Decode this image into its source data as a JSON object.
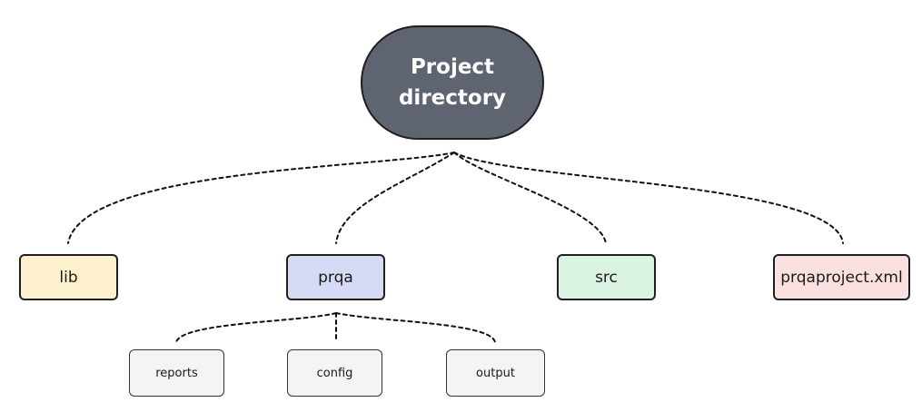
{
  "root": {
    "label": "Project directory"
  },
  "children": [
    {
      "key": "lib",
      "label": "lib",
      "color": "#fdf0cc"
    },
    {
      "key": "prqa",
      "label": "prqa",
      "color": "#d6dbf5"
    },
    {
      "key": "src",
      "label": "src",
      "color": "#dbf3e2"
    },
    {
      "key": "xml",
      "label": "prqaproject.xml",
      "color": "#fbe0e0"
    }
  ],
  "prqa_children": [
    {
      "key": "reports",
      "label": "reports"
    },
    {
      "key": "config",
      "label": "config"
    },
    {
      "key": "output",
      "label": "output"
    }
  ],
  "colors": {
    "root_fill": "#5e6470",
    "root_text": "#ffffff",
    "leaf_fill": "#f4f4f4",
    "border": "#1f1f1f",
    "link": "#111111"
  }
}
